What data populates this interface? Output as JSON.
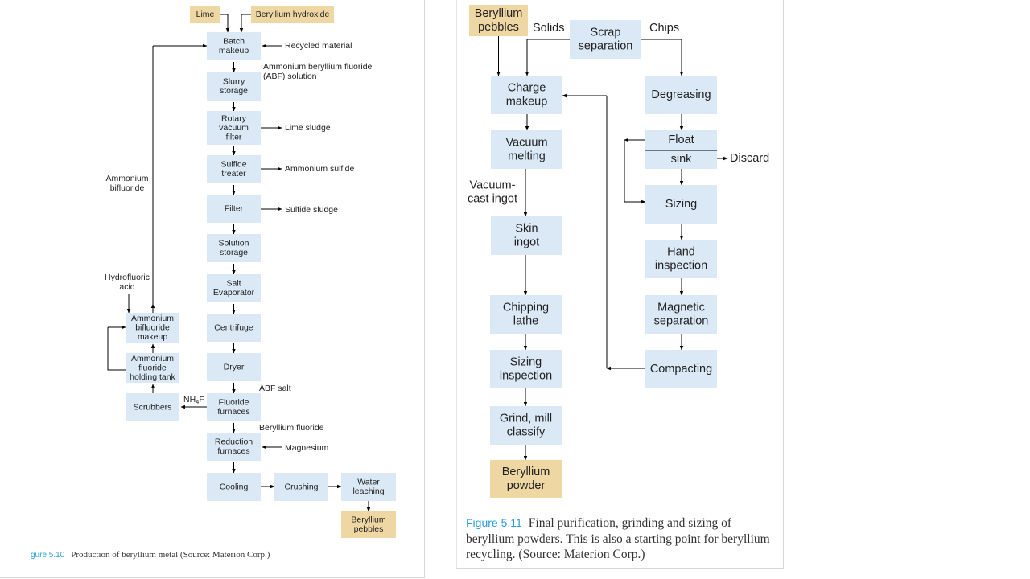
{
  "figure_left": {
    "caption_number": "gure 5.10",
    "caption_text": "Production of beryllium metal (Source: Materion Corp.)",
    "nodes": {
      "lime": [
        "Lime"
      ],
      "beryllium_hydroxide": [
        "Beryllium hydroxide"
      ],
      "batch_makeup": [
        "Batch",
        "makeup"
      ],
      "slurry_storage": [
        "Slurry",
        "storage"
      ],
      "rotary_vacuum_filter": [
        "Rotary",
        "vacuum",
        "filter"
      ],
      "sulfide_treater": [
        "Sulfide",
        "treater"
      ],
      "filter": [
        "Filter"
      ],
      "solution_storage": [
        "Solution",
        "storage"
      ],
      "salt_evaporator": [
        "Salt",
        "Evaporator"
      ],
      "centrifuge": [
        "Centrifuge"
      ],
      "dryer": [
        "Dryer"
      ],
      "fluoride_furnaces": [
        "Fluoride",
        "furnaces"
      ],
      "reduction_furnaces": [
        "Reduction",
        "furnaces"
      ],
      "cooling": [
        "Cooling"
      ],
      "crushing": [
        "Crushing"
      ],
      "water_leaching": [
        "Water",
        "leaching"
      ],
      "beryllium_pebbles": [
        "Beryllium",
        "pebbles"
      ],
      "ammonium_bifluoride_makeup": [
        "Ammonium",
        "bifluoride",
        "makeup"
      ],
      "ammonium_fluoride_holding_tank": [
        "Ammonium",
        "fluoride",
        "holding tank"
      ],
      "scrubbers": [
        "Scrubbers"
      ]
    },
    "labels": {
      "recycled_material": [
        "Recycled material"
      ],
      "abf_solution": [
        "Ammonium beryllium fluoride",
        "(ABF) solution"
      ],
      "lime_sludge": [
        "Lime sludge"
      ],
      "ammonium_sulfide": [
        "Ammonium sulfide"
      ],
      "sulfide_sludge": [
        "Sulfide sludge"
      ],
      "ammonium_bifluoride": [
        "Ammonium",
        "bifluoride"
      ],
      "hydrofluoric_acid": [
        "Hydrofluoric",
        "acid"
      ],
      "abf_salt": [
        "ABF salt"
      ],
      "nh4f_base": "NH",
      "nh4f_sub": "4",
      "nh4f_tail": "F",
      "beryllium_fluoride": [
        "Beryllium fluoride"
      ],
      "magnesium": [
        "Magnesium"
      ]
    }
  },
  "figure_right": {
    "caption_number": "Figure 5.11",
    "caption_text": "Final purification, grinding and sizing of beryllium powders. This is also a starting point for beryllium recycling. (Source: Materion Corp.)",
    "nodes": {
      "beryllium_pebbles": [
        "Beryllium",
        "pebbles"
      ],
      "scrap_separation": [
        "Scrap",
        "separation"
      ],
      "charge_makeup": [
        "Charge",
        "makeup"
      ],
      "degreasing": [
        "Degreasing"
      ],
      "vacuum_melting": [
        "Vacuum",
        "melting"
      ],
      "float_sink_top": [
        "Float"
      ],
      "float_sink_bottom": [
        "sink"
      ],
      "skin_ingot": [
        "Skin",
        "ingot"
      ],
      "sizing": [
        "Sizing"
      ],
      "hand_inspection": [
        "Hand",
        "inspection"
      ],
      "chipping_lathe": [
        "Chipping",
        "lathe"
      ],
      "magnetic_separation": [
        "Magnetic",
        "separation"
      ],
      "sizing_inspection": [
        "Sizing",
        "inspection"
      ],
      "compacting": [
        "Compacting"
      ],
      "grind_mill_classify": [
        "Grind, mill",
        "classify"
      ],
      "beryllium_powder": [
        "Beryllium",
        "powder"
      ]
    },
    "labels": {
      "solids": [
        "Solids"
      ],
      "chips": [
        "Chips"
      ],
      "discard": [
        "Discard"
      ],
      "vacuum_cast_ingot": [
        "Vacuum-",
        "cast ingot"
      ]
    }
  },
  "colors": {
    "process_box": "#dbe9f6",
    "terminal_box": "#efd7a4",
    "caption_accent": "#2a9fd6"
  }
}
